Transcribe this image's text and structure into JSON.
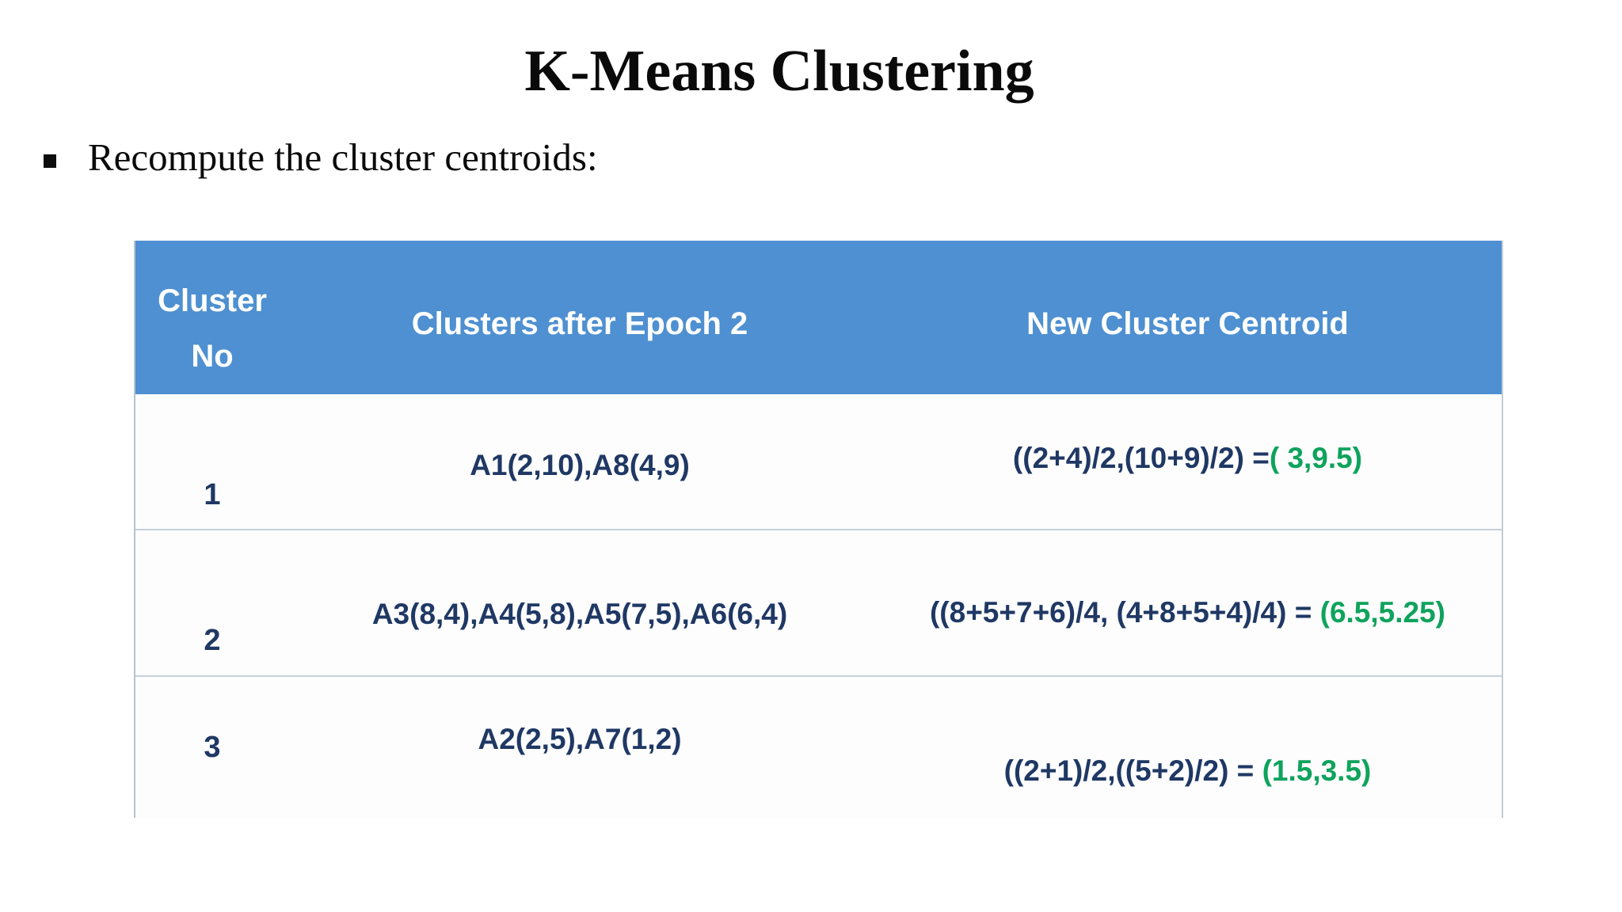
{
  "title": "K-Means Clustering",
  "bullet": "Recompute the cluster centroids:",
  "colors": {
    "header_bg": "#4E90D1",
    "body_text": "#1F3864",
    "result_green": "#0FA35C"
  },
  "table": {
    "headers": [
      "Cluster No",
      "Clusters after Epoch 2",
      "New Cluster Centroid"
    ],
    "rows": [
      {
        "no": "1",
        "cluster": "A1(2,10),A8(4,9)",
        "expr": "((2+4)/2,(10+9)/2) =",
        "result": "( 3,9.5)"
      },
      {
        "no": "2",
        "cluster": "A3(8,4),A4(5,8),A5(7,5),A6(6,4)",
        "expr": "((8+5+7+6)/4, (4+8+5+4)/4) = ",
        "result": "(6.5,5.25)"
      },
      {
        "no": "3",
        "cluster": "A2(2,5),A7(1,2)",
        "expr": "((2+1)/2,((5+2)/2) = ",
        "result": "(1.5,3.5)"
      }
    ]
  }
}
